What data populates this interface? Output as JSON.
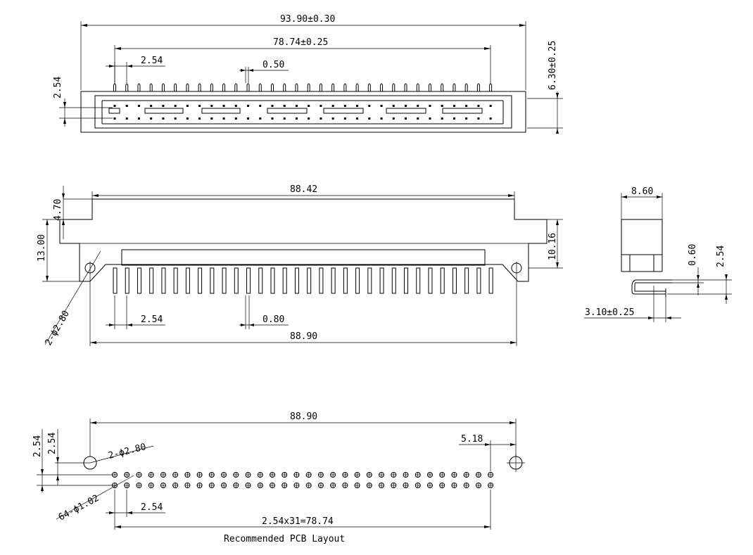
{
  "top_view": {
    "dim_overall": "93.90±0.30",
    "dim_pin_span": "78.74±0.25",
    "dim_pitch": "2.54",
    "dim_pin_width": "0.50",
    "dim_row_pitch_vertical": "2.54",
    "dim_height": "6.30±0.25"
  },
  "front_view": {
    "dim_body_width": "88.42",
    "dim_top_offset": "4.70",
    "dim_height_left": "13.00",
    "dim_height_right": "10.16",
    "dim_mount_holes": "2-ϕ2.80",
    "dim_pitch": "2.54",
    "dim_pin_width": "0.80",
    "dim_hole_span": "88.90"
  },
  "side_view": {
    "dim_depth": "8.60",
    "dim_pin_thickness": "0.60",
    "dim_row_pitch": "2.54",
    "dim_tail_length": "3.10±0.25"
  },
  "pcb_layout": {
    "dim_hole_span": "88.90",
    "dim_offset_vertical_a": "2.54",
    "dim_offset_vertical_b": "2.54",
    "dim_mount_holes": "2-ϕ2.80",
    "dim_edge_offset": "5.18",
    "dim_pin_holes": "64-ϕ1.02",
    "dim_pitch": "2.54",
    "dim_pin_span": "2.54x31=78.74",
    "caption": "Recommended PCB Layout"
  }
}
